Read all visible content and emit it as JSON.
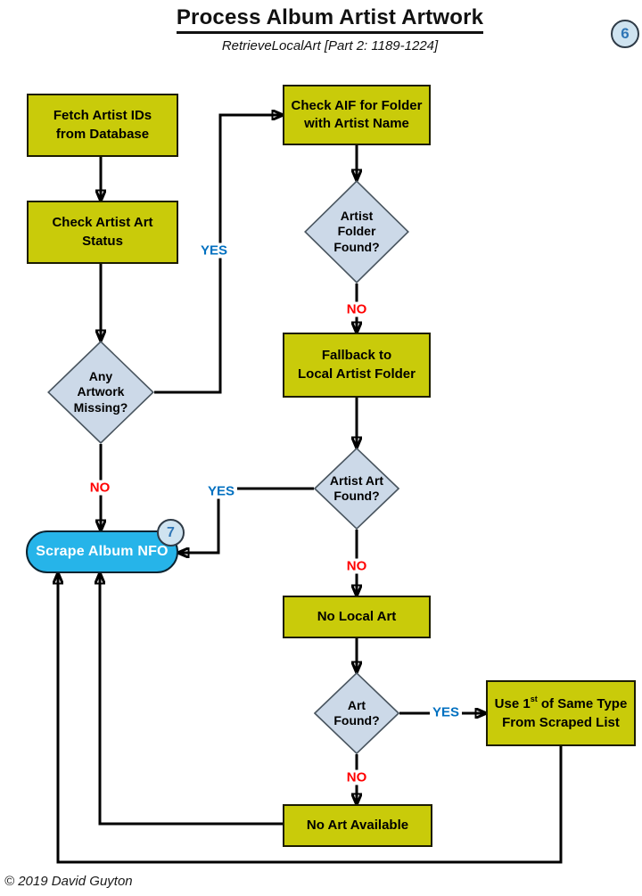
{
  "header": {
    "title": "Process Album Artist Artwork",
    "subtitle": "RetrieveLocalArt [Part 2: 1189-1224]",
    "page_badge": "6"
  },
  "nodes": {
    "fetch_ids": {
      "label": "Fetch Artist IDs\nfrom Database"
    },
    "check_status": {
      "label": "Check Artist Art\nStatus"
    },
    "any_missing": {
      "label": "Any\nArtwork\nMissing?"
    },
    "scrape_nfo": {
      "label": "Scrape Album NFO",
      "badge": "7"
    },
    "check_aif": {
      "label": "Check AIF for Folder\nwith Artist Name"
    },
    "folder_found": {
      "label": "Artist\nFolder\nFound?"
    },
    "fallback": {
      "label": "Fallback to\nLocal Artist Folder"
    },
    "artist_art_found": {
      "label": "Artist Art\nFound?"
    },
    "no_local_art": {
      "label": "No Local Art"
    },
    "art_found": {
      "label": "Art\nFound?"
    },
    "use_first": {
      "line1_pre": "Use 1",
      "line1_sup": "st",
      "line1_post": " of Same Type",
      "line2": "From Scraped List"
    },
    "no_art_available": {
      "label": "No Art Available"
    }
  },
  "edge_labels": {
    "yes": "YES",
    "no": "NO"
  },
  "footer": {
    "copyright": "© 2019 David Guyton"
  },
  "colors": {
    "process_fill": "#c9cb0a",
    "decision_fill": "#ccd9e8",
    "terminator_fill": "#26b4e9",
    "badge_fill": "#cfe3f0",
    "badge_text": "#2e75b6",
    "yes": "#0070c0",
    "no": "#ff0000",
    "line": "#000000"
  }
}
